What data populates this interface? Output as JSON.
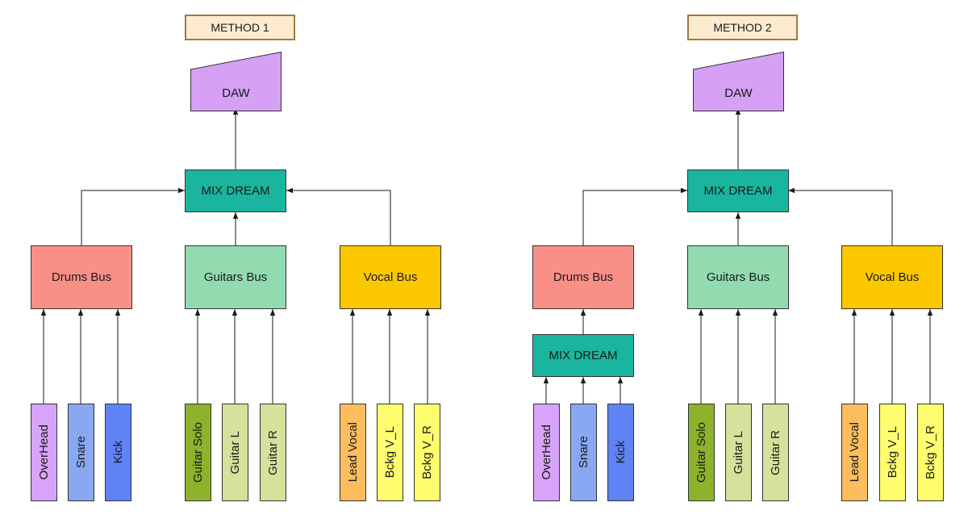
{
  "colors": {
    "label_bg": "#fdebd0",
    "daw": "#d6a0f5",
    "mix": "#1ab59e",
    "drums": "#f99088",
    "guitars": "#92dbb0",
    "vocal": "#fbc800",
    "overhead": "#d8a4f9",
    "snare": "#88a8f2",
    "kick": "#5f82f5",
    "guitar_solo": "#8db22b",
    "guitar_lr": "#d4e29b",
    "lead_vocal": "#fbbd5d",
    "bckg_v": "#fdfd6e"
  },
  "method1": {
    "label": "METHOD 1",
    "daw": "DAW",
    "mix": "MIX DREAM",
    "buses": {
      "drums": "Drums Bus",
      "guitars": "Guitars Bus",
      "vocal": "Vocal Bus"
    },
    "tracks": {
      "overhead": "OverHead",
      "snare": "Snare",
      "kick": "Kick",
      "guitar_solo": "Guitar Solo",
      "guitar_l": "Guitar L",
      "guitar_r": "Guitar R",
      "lead_vocal": "Lead Vocal",
      "bckg_v_l": "Bckg V_L",
      "bckg_v_r": "Bckg V_R"
    }
  },
  "method2": {
    "label": "METHOD 2",
    "daw": "DAW",
    "mix": "MIX DREAM",
    "drums_mix": "MIX DREAM",
    "buses": {
      "drums": "Drums Bus",
      "guitars": "Guitars Bus",
      "vocal": "Vocal Bus"
    },
    "tracks": {
      "overhead": "OverHead",
      "snare": "Snare",
      "kick": "Kick",
      "guitar_solo": "Guitar Solo",
      "guitar_l": "Guitar L",
      "guitar_r": "Guitar R",
      "lead_vocal": "Lead Vocal",
      "bckg_v_l": "Bckg V_L",
      "bckg_v_r": "Bckg V_R"
    }
  }
}
